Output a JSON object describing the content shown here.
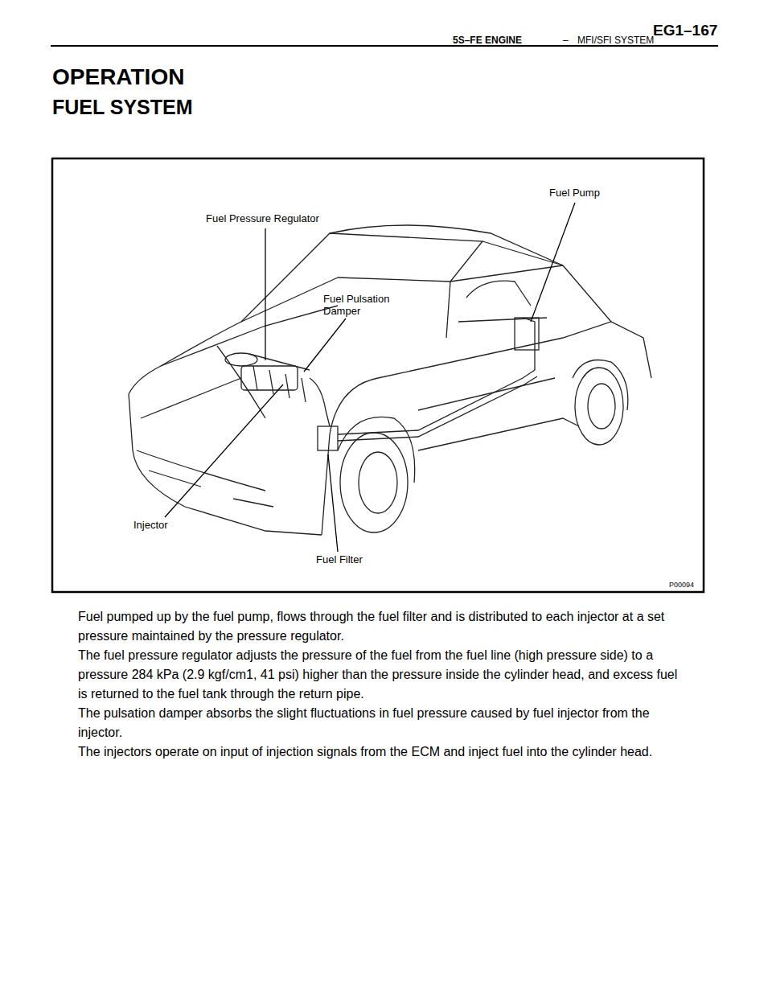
{
  "diagram": {
    "title": "OPERATION",
    "labels": [
      "5S–FE ENGINE",
      "–",
      "MFI/SFI SYSTEM",
      "EG1–167",
      "FUEL SYSTEM",
      "Fuel Pump",
      "Fuel Pressure Regulator",
      "Fuel Pulsation Damper",
      "Injector",
      "Fuel Filter",
      "P00094",
      "Fuel pumped up by the fuel pump, flows through the fuel filter and is distributed to each injector at a set pressure maintained by the pressure regulator.",
      "The fuel pressure regulator adjusts the pressure of the fuel from the fuel line (high pressure side) to a pressure 284 kPa (2.9 kgf/cm1, 41 psi) higher than the pressure inside the cylinder head, and excess fuel is returned to the fuel tank through the return pipe.",
      "The pulsation damper absorbs the slight fluctuations in fuel pressure caused by fuel injector from the injector.",
      "The injectors operate on input of injection signals from the ECM and inject fuel into the cylinder head."
    ]
  }
}
